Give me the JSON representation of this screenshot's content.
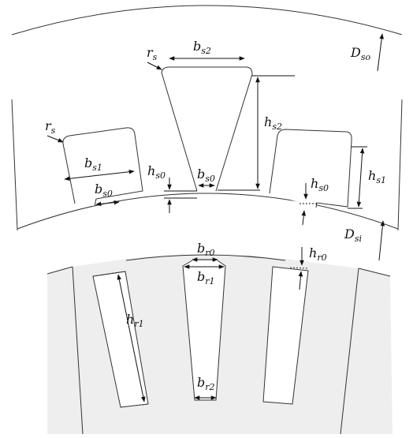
{
  "labels": {
    "D_so": {
      "main": "D",
      "sub": "so"
    },
    "D_si": {
      "main": "D",
      "sub": "si"
    },
    "r_s_left": {
      "main": "r",
      "sub": "s"
    },
    "r_s_top": {
      "main": "r",
      "sub": "s"
    },
    "b_s2": {
      "main": "b",
      "sub": "s2"
    },
    "b_s1": {
      "main": "b",
      "sub": "s1"
    },
    "b_s0_left": {
      "main": "b",
      "sub": "s0"
    },
    "b_s0_center": {
      "main": "b",
      "sub": "s0"
    },
    "h_s0_left": {
      "main": "h",
      "sub": "s0"
    },
    "h_s0_right": {
      "main": "h",
      "sub": "s0"
    },
    "h_s2": {
      "main": "h",
      "sub": "s2"
    },
    "h_s1": {
      "main": "h",
      "sub": "s1"
    },
    "b_r0": {
      "main": "b",
      "sub": "r0"
    },
    "b_r1": {
      "main": "b",
      "sub": "r1"
    },
    "b_r2": {
      "main": "b",
      "sub": "r2"
    },
    "h_r0": {
      "main": "h",
      "sub": "r0"
    },
    "h_r1": {
      "main": "h",
      "sub": "r1"
    }
  },
  "colors": {
    "stroke": "#222222",
    "rotor_fill": "#eeeeee",
    "background": "#ffffff"
  }
}
